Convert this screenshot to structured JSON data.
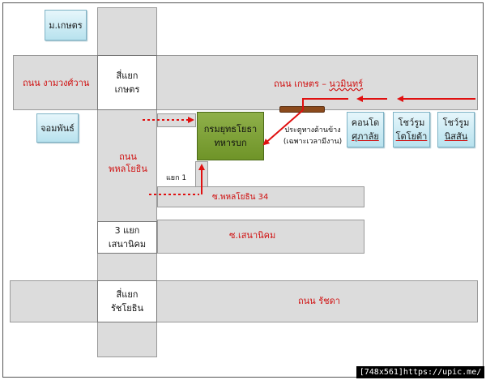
{
  "places": {
    "kaset_university": "ม.เกษตร",
    "chomphon": "จอมพันธ์",
    "army_department_line1": "กรมยุทธโยธา",
    "army_department_line2": "ทหารบก",
    "condo": [
      "คอนโด",
      "ศุภาลัย"
    ],
    "showroom_toyota": [
      "โชว์รูม",
      "โตโยต้า"
    ],
    "showroom_nissan": [
      "โชว์รูม",
      "นิสสัน"
    ]
  },
  "intersections": {
    "kaset": [
      "สี่แยก",
      "เกษตร"
    ],
    "sena_nikhom": [
      "3 แยก",
      "เสนานิคม"
    ],
    "ratchayothin": [
      "สี่แยก",
      "รัชโยธิน"
    ]
  },
  "roads": {
    "ngam_wong_wan": "ถนน งามวงศ์วาน",
    "kaset_nawamin_prefix": "ถนน เกษตร – ",
    "kaset_nawamin_suffix": "นวมินทร์",
    "phahon_yothin": [
      "ถนน",
      "พหลโยธิน"
    ],
    "soi_phahon_34": "ซ.พหลโยธิน 34",
    "soi_sena_nikhom": "ซ.เสนานิคม",
    "ratchada": "ถนน รัชดา"
  },
  "labels": {
    "junction_1": "แยก 1",
    "side_gate": [
      "ประตูทางด้านข้าง",
      "(เฉพาะเวลามีงาน)"
    ]
  },
  "footer": "[748x561]https://upic.me/",
  "colors": {
    "road": "#dcdcdc",
    "road_border": "#9a9a9a",
    "route_red": "#e01010",
    "label_red": "#d01010",
    "building_green": "#7a9e33",
    "landmark_blue": "#c4e8f2",
    "gate_brown": "#8b4a1c"
  }
}
